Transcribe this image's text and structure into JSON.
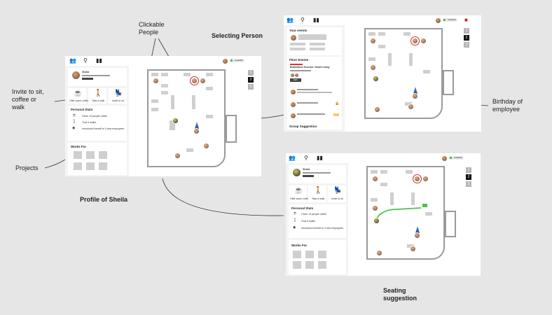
{
  "annotations": {
    "clickable_people": "Clickable\nPeople",
    "selecting_person": "Selecting Person",
    "invite": "Invite to sit,\ncoffee or\nwalk",
    "projects": "Projects",
    "profile_of_sheila": "Profile of Sheila",
    "birthday": "Birthday of\nemployee",
    "seating_suggestion": "Seating\nsuggestion"
  },
  "app": {
    "status_label": "Available",
    "floors": [
      "1",
      "2",
      "3"
    ],
    "active_floor": "2"
  },
  "profile": {
    "name": "Sheila",
    "action_labels": [
      "Offer some coffee",
      "Take a walk",
      "Invite to sit"
    ],
    "personal_stats_title": "Personal Stats",
    "stats": [
      "Given 13 people coffee",
      "Took 5 walks",
      "Introduced herself to 3 new employees"
    ],
    "works_for_title": "Works For"
  },
  "events_panel": {
    "your_events_title": "Your events",
    "floor_events_title": "Floor Events",
    "event_name": "Brainstorm Session: Smart Living",
    "event_button": "Join",
    "group_suggestion_title": "Group Suggestion"
  },
  "icons": {
    "people": "people-icon",
    "search": "search-icon",
    "stats": "bar-chart-icon",
    "coffee": "coffee-icon",
    "walk": "walk-icon",
    "seat": "seat-icon"
  },
  "colors": {
    "accent_green": "#3bb34a",
    "selection_red": "#cc2d2d",
    "birthday_blue": "#3a66b8",
    "suggestion_path": "#4cc24c"
  }
}
